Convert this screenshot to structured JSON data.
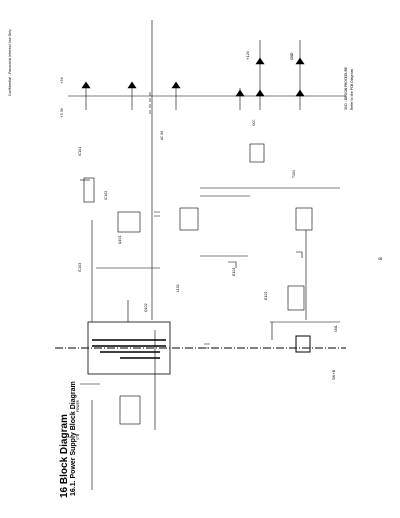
{
  "page": {
    "section_title": "16 Block Diagram",
    "subsection_title": "16.1.  Power Supply Block Diagram",
    "corner_note": "Confidential - Panasonic Internal Use Only",
    "bottom_right_note_line1": "SVD : DESIGN PROCEDURE",
    "bottom_right_note_line2": "Refer to the PCB Diagram",
    "page_mark": "B",
    "left_block_label": "POWER",
    "connector_labels": [
      "IC101",
      "IC102",
      "IC103",
      "Q101",
      "Q102",
      "L101",
      "D101",
      "D102",
      "T101",
      "CN1"
    ],
    "net_labels": [
      "+5V",
      "+3.3V",
      "+12V",
      "GND",
      "VCC",
      "AC IN",
      "SW+B",
      "STB"
    ]
  },
  "colors": {
    "ink": "#000000",
    "paper": "#ffffff"
  }
}
